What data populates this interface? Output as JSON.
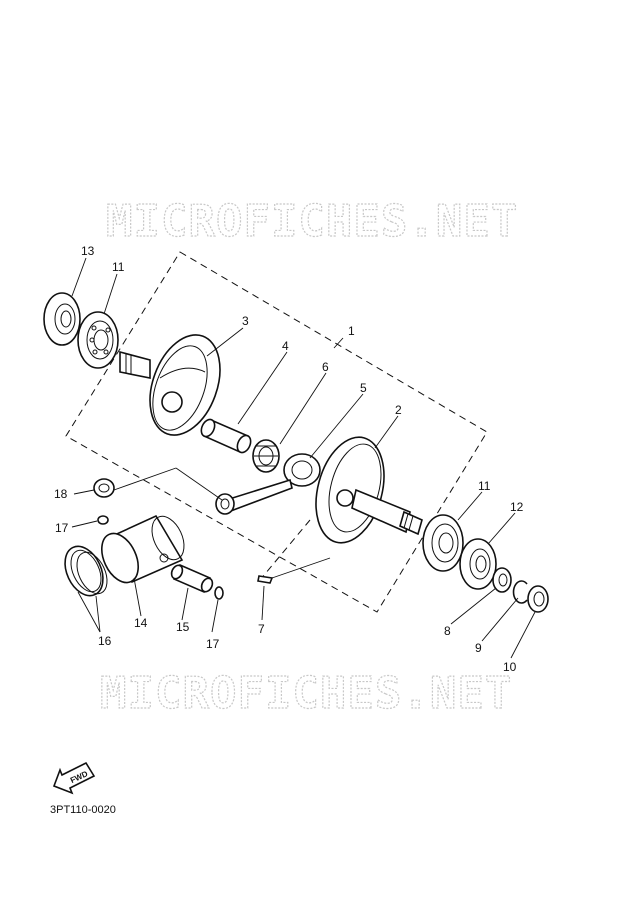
{
  "watermark_top": "MICROFICHES.NET",
  "watermark_bottom": "MICROFICHES.NET",
  "fwd_label": "FWD",
  "ref_code": "3PT110-0020",
  "callouts": {
    "c1": "1",
    "c2": "2",
    "c3": "3",
    "c4": "4",
    "c5": "5",
    "c6": "6",
    "c7": "7",
    "c8": "8",
    "c9": "9",
    "c10": "10",
    "c11a": "11",
    "c11b": "11",
    "c12": "12",
    "c13": "13",
    "c14": "14",
    "c15": "15",
    "c16": "16",
    "c17a": "17",
    "c17b": "17",
    "c18": "18"
  }
}
